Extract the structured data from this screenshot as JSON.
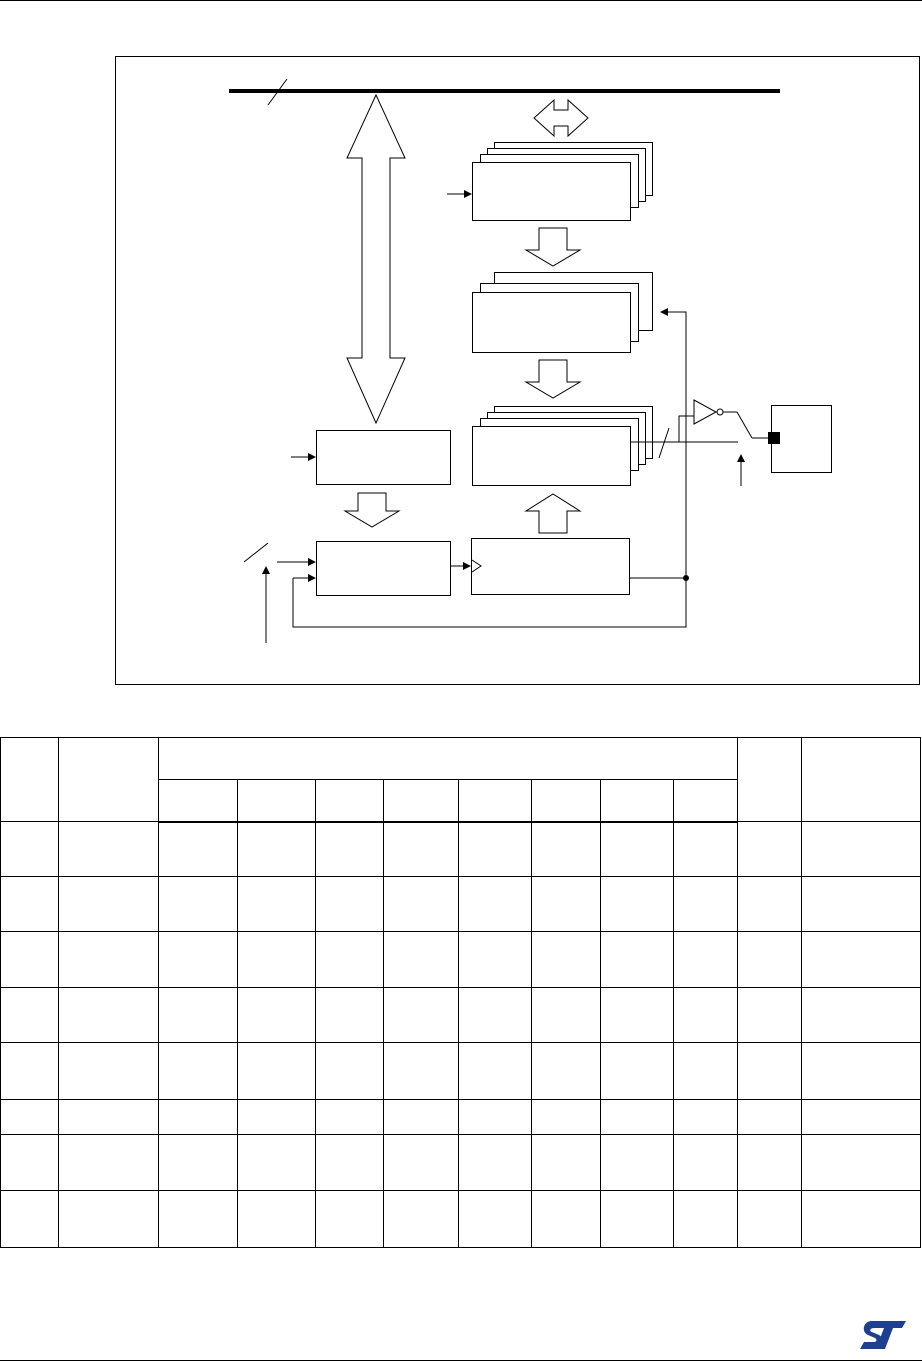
{
  "document": {
    "brand_colors": {
      "logo": "#1d3f8f",
      "lines": "#000000"
    },
    "icons": [
      "st-logo-icon"
    ]
  },
  "register_table": {
    "columns": 10,
    "bit_columns": 8,
    "body_rows": 8
  }
}
